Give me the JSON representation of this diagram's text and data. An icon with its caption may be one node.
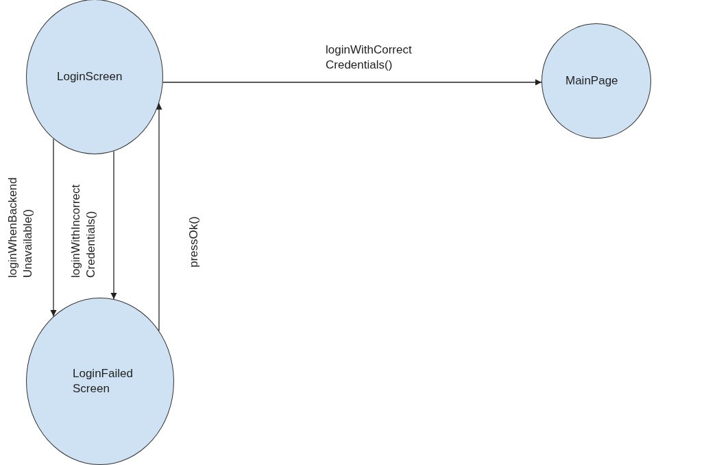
{
  "diagram": {
    "nodes": [
      {
        "text": [
          "LoginScreen"
        ]
      },
      {
        "text": [
          "MainPage"
        ]
      },
      {
        "text": [
          "LoginFailed Screen"
        ]
      }
    ],
    "edges": [
      {
        "from": 0,
        "to": 1,
        "arrow": "to",
        "label": "loginWithCorrect Credentials()"
      },
      {
        "from": 0,
        "to": 2,
        "arrow": "to",
        "label": "loginWhenBackend Unavailable()"
      },
      {
        "from": 0,
        "to": 2,
        "arrow": "to",
        "label": "loginWithIncorrect Credentials()"
      },
      {
        "from": 2,
        "to": 0,
        "arrow": "to",
        "label": "pressOk()"
      }
    ]
  }
}
